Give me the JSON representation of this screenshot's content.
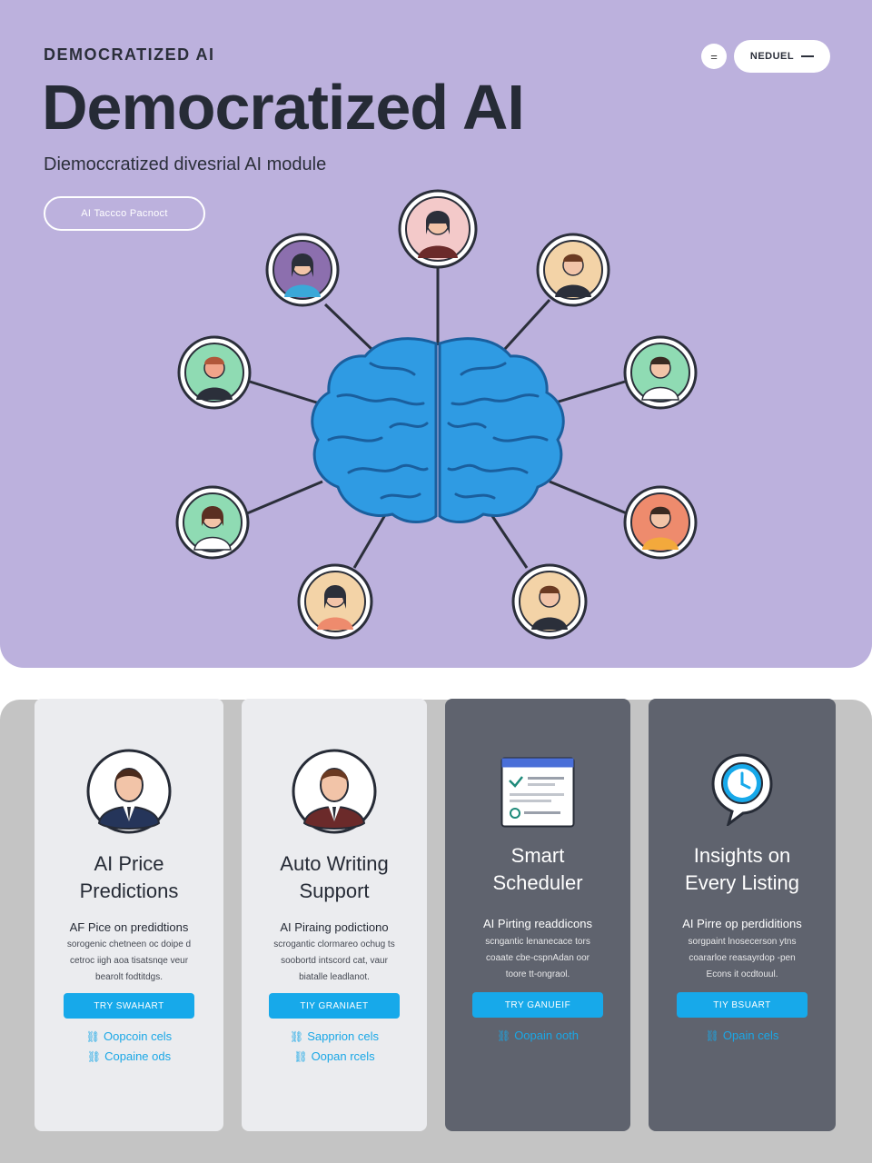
{
  "hero": {
    "eyebrow": "DEMOCRATIZED AI",
    "title": "Democratized AI",
    "subtitle": "Diemoccratized divesrial AI module",
    "cta_label": "AI Taccco Pacnoct",
    "menu_icon": "menu-icon",
    "pill_label": "NEDUEL",
    "brain_icon": "brain-icon",
    "brain_color": "#2f9be3"
  },
  "cards": [
    {
      "title_line1": "AI Price",
      "title_line2": "Predictions",
      "lead": "AF Pice on predidtions",
      "body": [
        "sorogenic chetneen oc doipe d",
        "cetroc iigh aoa tisatsnqe veur",
        "bearolt fodtitdgs."
      ],
      "cta": "TRY SWAHART",
      "links": [
        "Oopcoin cels",
        "Copaine ods"
      ]
    },
    {
      "title_line1": "Auto Writing",
      "title_line2": "Support",
      "lead": "AI Piraing podictiono",
      "body": [
        "scrogantic clormareo ochug ts",
        "soobortd intscord cat, vaur",
        "biatalle leadlanot."
      ],
      "cta": "TIY GRANIAET",
      "links": [
        "Sapprion cels",
        "Oopan rcels"
      ]
    },
    {
      "title_line1": "Smart",
      "title_line2": "Scheduler",
      "lead": "AI Pirting readdicons",
      "body": [
        "scngantic lenanecace tors",
        "coaate cbe-cspnAdan oor",
        "toore tt-ongraol."
      ],
      "cta": "TRY GANUEIF",
      "links": [
        "Oopain ooth"
      ]
    },
    {
      "title_line1": "Insights on",
      "title_line2": "Every Listing",
      "lead": "AI Pirre op perdiditions",
      "body": [
        "sorgpaint lnosecerson ytns",
        "coararloe reasayrdop -pen",
        "Econs it ocdtouul."
      ],
      "cta": "TIY BSUART",
      "links": [
        "Opain cels"
      ]
    }
  ],
  "colors": {
    "hero_bg": "#bcb1dd",
    "cta_blue": "#17a9ea",
    "dark_card": "#5f636e",
    "light_card": "#ebecef"
  }
}
